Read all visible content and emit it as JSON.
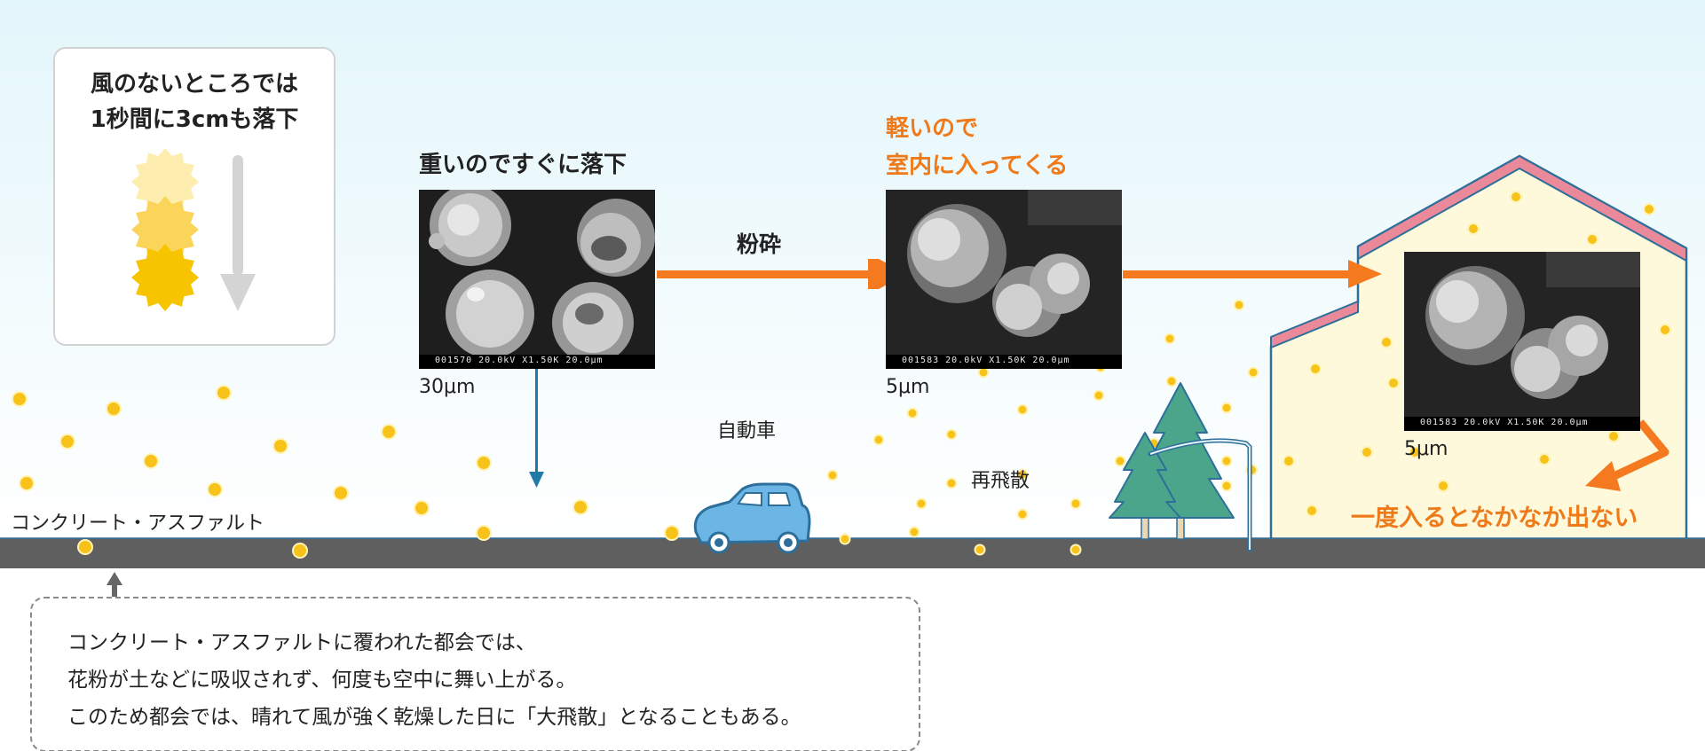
{
  "fall_box": {
    "title_line1": "風のないところでは",
    "title_line2": "1秒間に3cmも落下",
    "icons": [
      "pollen-grain-icon",
      "pollen-grain-icon",
      "pollen-grain-icon",
      "down-arrow-icon"
    ]
  },
  "heavy": {
    "title": "重いのですぐに落下",
    "size_label": "30μm",
    "micrograph_caption": "001570 20.0kV X1.50K 20.0μm"
  },
  "crush_label": "粉砕",
  "light": {
    "title_line1": "軽いので",
    "title_line2": "室内に入ってくる",
    "size_label": "5μm",
    "micrograph_caption": "001583 20.0kV X1.50K 20.0μm"
  },
  "house": {
    "size_label": "5μm",
    "micrograph_caption": "001583 20.0kV X1.50K 20.0μm",
    "caption": "一度入るとなかなか出ない"
  },
  "car_label": "自動車",
  "resuspend_label": "再飛散",
  "ground_label": "コンクリート・アスファルト",
  "note": {
    "line1": "コンクリート・アスファルトに覆われた都会では、",
    "line2": "花粉が土などに吸収されず、何度も空中に舞い上がる。",
    "line3": "このため都会では、晴れて風が強く乾燥した日に「大飛散」となることもある。"
  },
  "colors": {
    "sky_top": "#e3f6fb",
    "ground": "#5f5f5f",
    "pollen": "#f7c21a",
    "orange_arrow": "#f4791f",
    "blue_arrow": "#1f7aa8",
    "house_wall": "#fff9db",
    "roof": "#e9899a",
    "car": "#6cb6e6",
    "tree": "#4aa58a"
  }
}
